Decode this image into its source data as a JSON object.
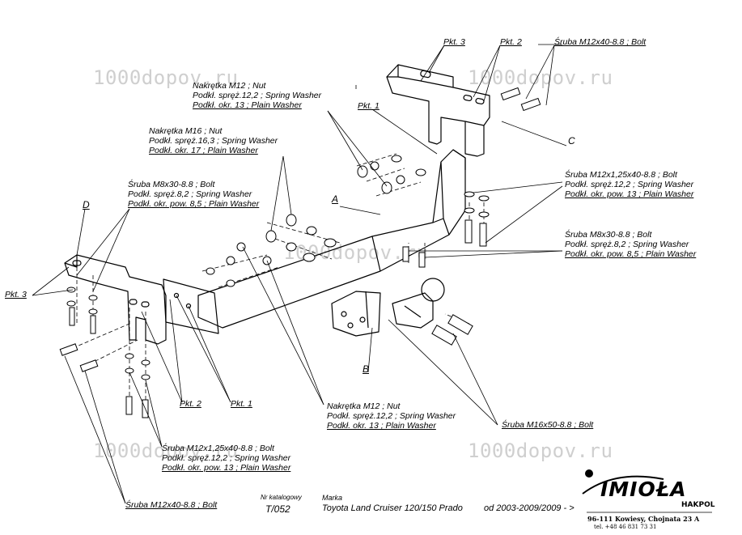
{
  "watermarks": [
    "1000dopov.ru",
    "1000dopov.ru",
    "1000dopov.ru",
    "1000dopov.ru",
    "1000dopov.ru"
  ],
  "labels": {
    "pkt3_top": "Pkt. 3",
    "pkt2_top": "Pkt. 2",
    "bolt_m12x40_top": "Śruba M12x40-8.8 ;  Bolt",
    "nut_m12_top": [
      "Nakrętka  M12 ; Nut",
      "Podkł. spręż.12,2 ; Spring Washer",
      "Podkł. okr. 13 ; Plain Washer"
    ],
    "pkt1_top": "Pkt. 1",
    "letter_c": "C",
    "nut_m16": [
      "Nakrętka  M16 ; Nut",
      "Podkł. spręż.16,3 ; Spring Washer",
      "Podkł. okr. 17 ; Plain Washer"
    ],
    "bolt_m12x125_right": [
      "Śruba M12x1,25x40-8.8 ;  Bolt",
      "Podkł. spręż.12,2 ; Spring Washer",
      "Podkł. okr. pow. 13 ; Plain Washer"
    ],
    "bolt_m8_left": [
      "Śruba M8x30-8.8 ;  Bolt",
      "Podkł. spręż.8,2 ; Spring Washer",
      "Podkł. okr. pow. 8,5 ; Plain Washer"
    ],
    "letter_a": "A",
    "letter_d": "D",
    "bolt_m8_right": [
      "Śruba M8x30-8.8 ;  Bolt",
      "Podkł. spręż.8,2 ; Spring Washer",
      "Podkł. okr. pow. 8,5 ; Plain Washer"
    ],
    "pkt3_left": "Pkt. 3",
    "letter_b": "B",
    "pkt2_bottom": "Pkt. 2",
    "pkt1_bottom": "Pkt. 1",
    "nut_m12_bottom": [
      "Nakrętka  M12 ; Nut",
      "Podkł. spręż.12,2 ; Spring Washer",
      "Podkł. okr. 13 ; Plain Washer"
    ],
    "bolt_m16": "Śruba M16x50-8.8 ;  Bolt",
    "bolt_m12x125_bottom": [
      "Śruba M12x1,25x40-8.8 ;  Bolt",
      "Podkł. spręż.12,2 ; Spring Washer",
      "Podkł. okr. pow. 13 ; Plain Washer"
    ],
    "bolt_m12x40_bottom": "Śruba M12x40-8.8 ;  Bolt"
  },
  "footer": {
    "catalog_caption": "Nr katalogowy",
    "catalog_number": "T/052",
    "marka_caption": "Marka",
    "vehicle": "Toyota Land Cruiser 120/150 Prado",
    "years": "od 2003-2009/2009 - >",
    "brand": "IMIOŁA",
    "brand_sub": "HAKPOL",
    "address": "96-111 Kowiesy, Chojnata 23 A",
    "phone": "tel. +48 46 831 73 31"
  }
}
